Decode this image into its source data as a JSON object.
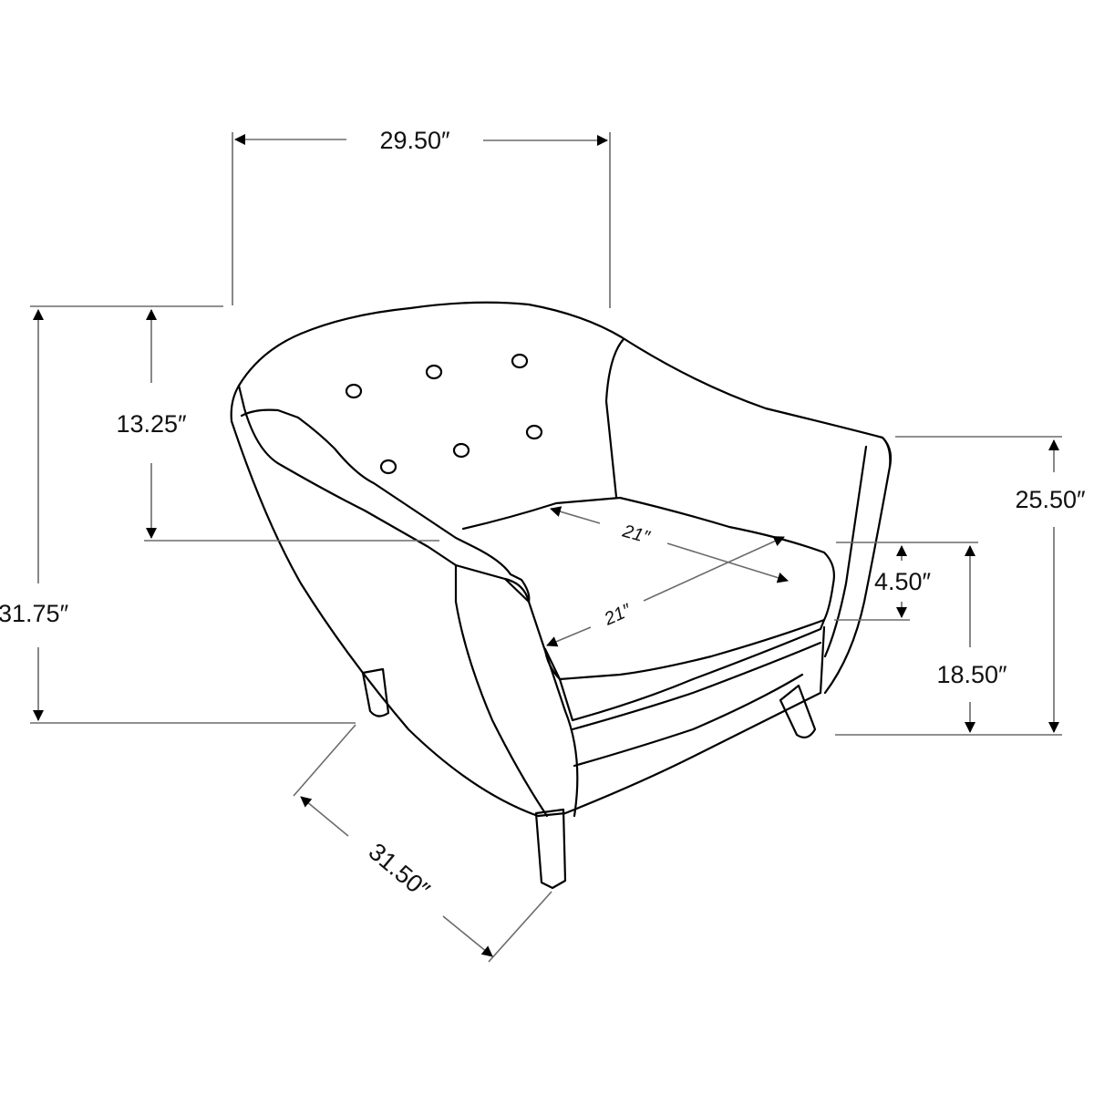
{
  "diagram": {
    "subject": "armchair",
    "colors": {
      "line": "#000000",
      "dimension_line": "#6b6b6b",
      "background": "#ffffff"
    },
    "dimensions": {
      "overall_width": "29.50″",
      "overall_height": "31.75″",
      "back_height_above_arm": "13.25″",
      "arm_height": "25.50″",
      "seat_height": "18.50″",
      "seat_cushion_thickness": "4.50″",
      "seat_width": "21″",
      "seat_depth": "21″",
      "overall_depth": "31.50″"
    },
    "tufted_buttons": 6
  }
}
